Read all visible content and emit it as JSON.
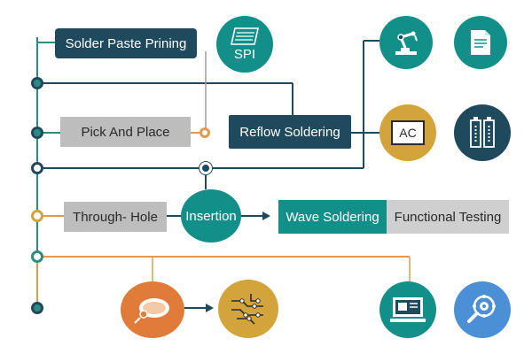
{
  "steps": {
    "solder_paste": "Solder Paste Prining",
    "spi": "SPI",
    "reflow": "Reflow Soldering",
    "pick_place": "Pick And Place",
    "ac": "AC",
    "through_hole": "Through- Hole",
    "insertion": "Insertion",
    "wave": "Wave Soldering",
    "functional": "Functional Testing"
  },
  "icons": [
    "document-icon",
    "robot-arm-icon",
    "clipboard-icon",
    "battery-icon",
    "temperature-probe-icon",
    "circuit-board-icon",
    "computer-monitor-icon",
    "gear-search-icon"
  ],
  "colors": {
    "navy": "#1f4a5e",
    "teal": "#138f89",
    "grey": "#bdbdbd",
    "gold": "#d4a43c",
    "orange": "#e07b39",
    "blue": "#4b8fd6",
    "line_teal": "#2e8b80",
    "line_orange": "#e39a4e"
  }
}
